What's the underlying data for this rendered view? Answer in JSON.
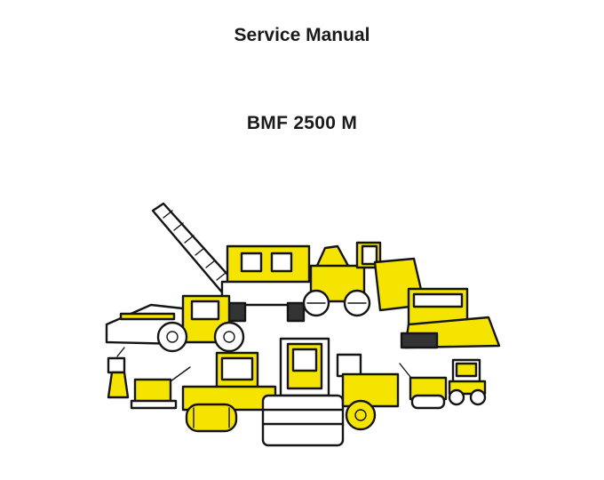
{
  "document": {
    "title": "Service Manual",
    "model": "BMF 2500 M"
  },
  "illustration": {
    "subject": "construction-machinery-collage",
    "colors": {
      "yellow": "#F5E400",
      "outline": "#151515",
      "background": "#FFFFFF"
    }
  }
}
